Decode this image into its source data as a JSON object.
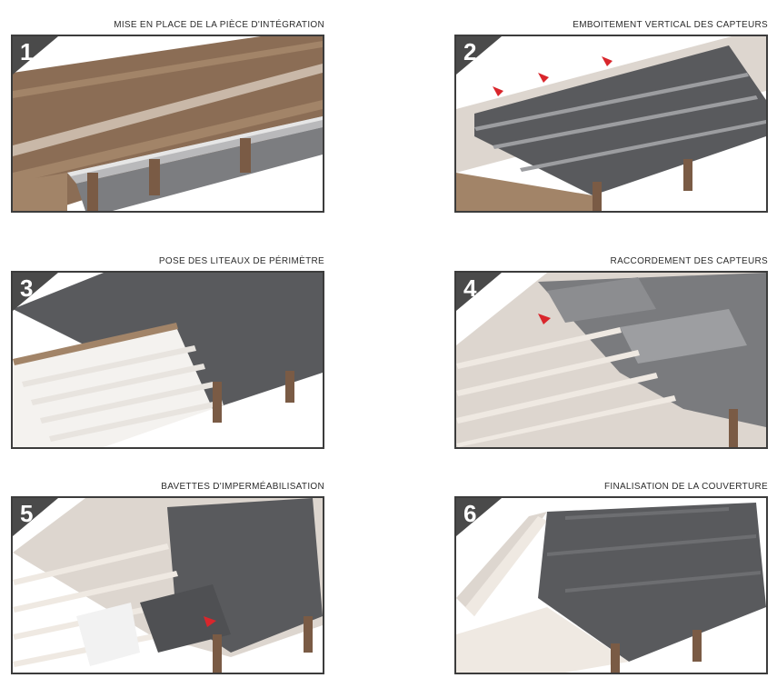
{
  "steps": [
    {
      "number": "1",
      "title": "MISE EN PLACE DE LA PIÈCE D'INTÉGRATION"
    },
    {
      "number": "2",
      "title": "EMBOITEMENT VERTICAL DES CAPTEURS"
    },
    {
      "number": "3",
      "title": "POSE DES LITEAUX DE PÉRIMÈTRE"
    },
    {
      "number": "4",
      "title": "RACCORDEMENT DES CAPTEURS"
    },
    {
      "number": "5",
      "title": "BAVETTES D'IMPERMÉABILISATION"
    },
    {
      "number": "6",
      "title": "FINALISATION DE LA COUVERTURE"
    }
  ],
  "colors": {
    "frame": "#3c3c3c",
    "badge": "#4a4a4a",
    "timber": "#a28468",
    "underlay": "#8b6d55",
    "panel_dark": "#595a5d",
    "panel_light": "#8c8d90",
    "batten": "#e8e4df",
    "arrow": "#d9262c"
  }
}
